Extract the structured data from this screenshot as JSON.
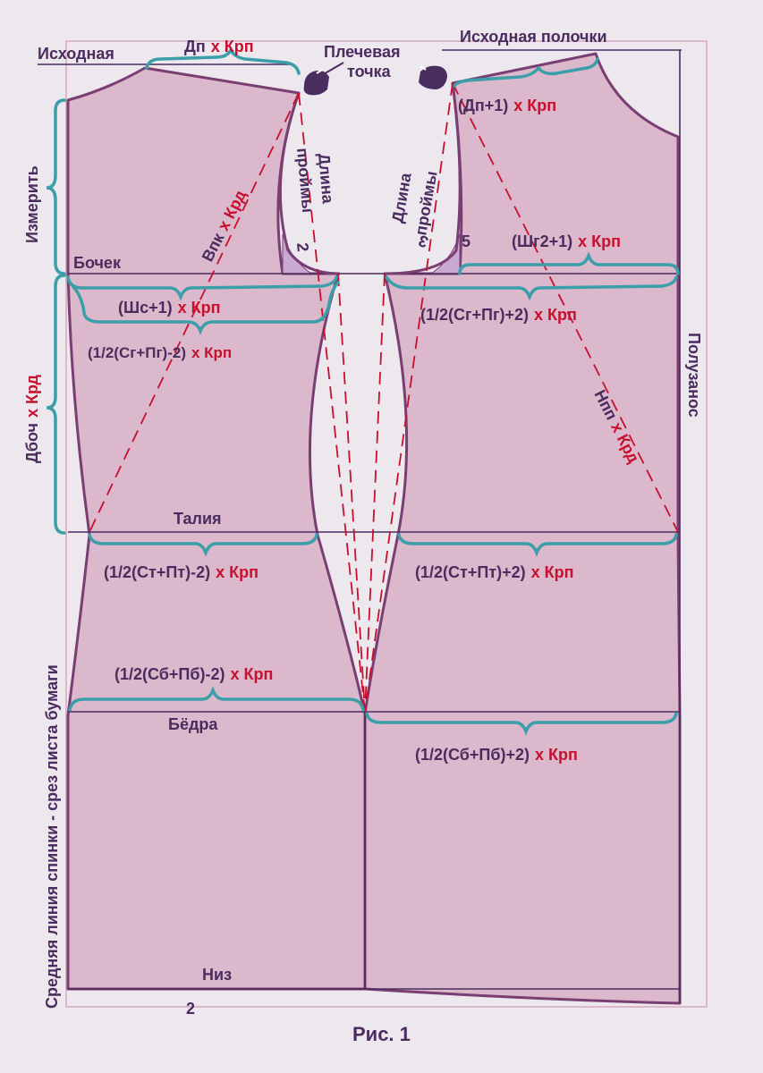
{
  "colors": {
    "background": "#ede7ee",
    "pattern_fill": "#dbb8cb",
    "outline": "#7a3f72",
    "construction_line": "#4a2c5e",
    "brace": "#3a9fa8",
    "dashed": "#c8102e",
    "label_dark": "#4a2c5e",
    "label_red": "#c8102e",
    "frame": "#d9a9bd"
  },
  "icons": [
    "shoulder-point-marker-left",
    "shoulder-point-marker-right"
  ],
  "labels": {
    "ishodnaya": "Исходная",
    "dp": "Дп",
    "x_krp": "х Крп",
    "x_krd": "х Крд",
    "plechevaya": "Плечевая",
    "tochka": "точка",
    "ishodnaya_polochki": "Исходная полочки",
    "dp_plus1": "(Дп+1)",
    "izmerit": "Измерить",
    "vpk": "Впк",
    "dlina": "Длина",
    "proymy": "проймы",
    "num_2_armhole": "2",
    "num_3_armhole": "3",
    "num_5": "5",
    "shg2_plus1": "(Шг2+1)",
    "bochek": "Бочек",
    "shs_plus1": "(Шс+1)",
    "half_sg_pg_plus2": "(1/2(Сг+Пг)+2)",
    "half_sg_pg_minus2": "(1/2(Сг+Пг)-2)",
    "dboch": "Дбоч",
    "npp": "Нпп",
    "poluzanos": "Полузанос",
    "taliya": "Талия",
    "half_st_pt_minus2": "(1/2(Ст+Пт)-2)",
    "half_st_pt_plus2": "(1/2(Ст+Пт)+2)",
    "half_sb_pb_minus2": "(1/2(Сб+Пб)-2)",
    "half_sb_pb_plus2": "(1/2(Сб+Пб)+2)",
    "bedra": "Бёдра",
    "middle_line": "Средняя линия спинки - срез листа бумаги",
    "niz": "Низ",
    "num_2_bottom": "2",
    "caption": "Рис. 1"
  }
}
